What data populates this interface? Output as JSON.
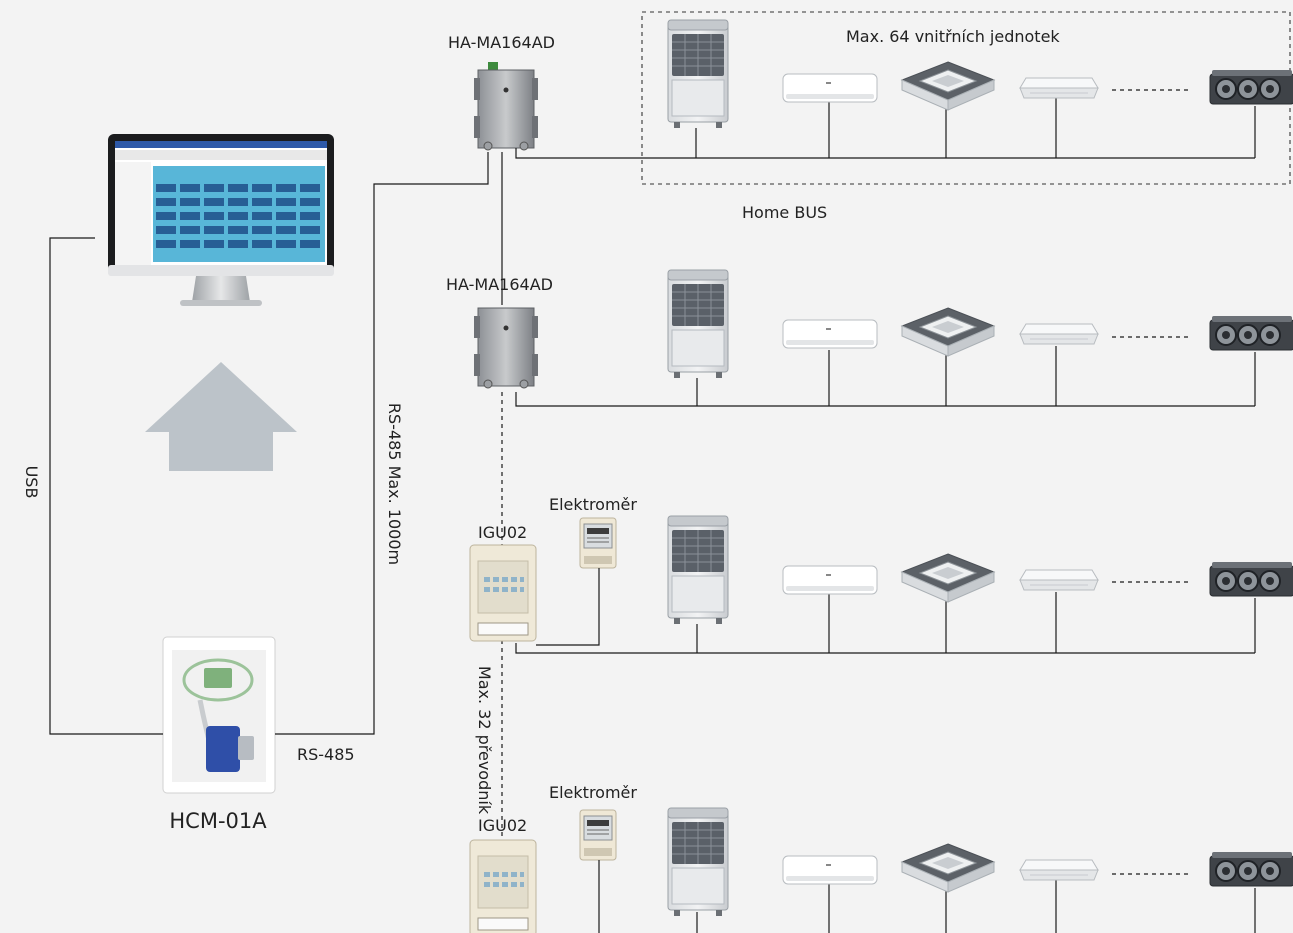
{
  "labels": {
    "usb": "USB",
    "rs485": "RS-485",
    "rs485_max": "RS-485 Max. 1000m",
    "hcm": "HCM-01A",
    "home_bus": "Home BUS",
    "max_indoor": "Max. 64 vnitřních jednotek",
    "max_converters": "Max. 32 převodník"
  },
  "rows": [
    {
      "converter": "HA-MA164AD",
      "meter": ""
    },
    {
      "converter": "HA-MA164AD",
      "meter": ""
    },
    {
      "converter": "IGU02",
      "meter": "Elektroměr"
    },
    {
      "converter": "IGU02",
      "meter": "Elektroměr"
    }
  ],
  "colors": {
    "arrow": "#bcc3c9",
    "line": "#1a1a1a",
    "monitor_screen": "#58b6d8",
    "usb_blue": "#2f4fa8"
  },
  "icons": [
    "monitor-icon",
    "upload-arrow-icon",
    "hcm-adapter-icon",
    "converter-box-icon",
    "igu-box-icon",
    "energy-meter-icon",
    "outdoor-unit-icon",
    "wall-split-icon",
    "cassette-unit-icon",
    "ceiling-unit-icon",
    "duct-unit-icon"
  ]
}
